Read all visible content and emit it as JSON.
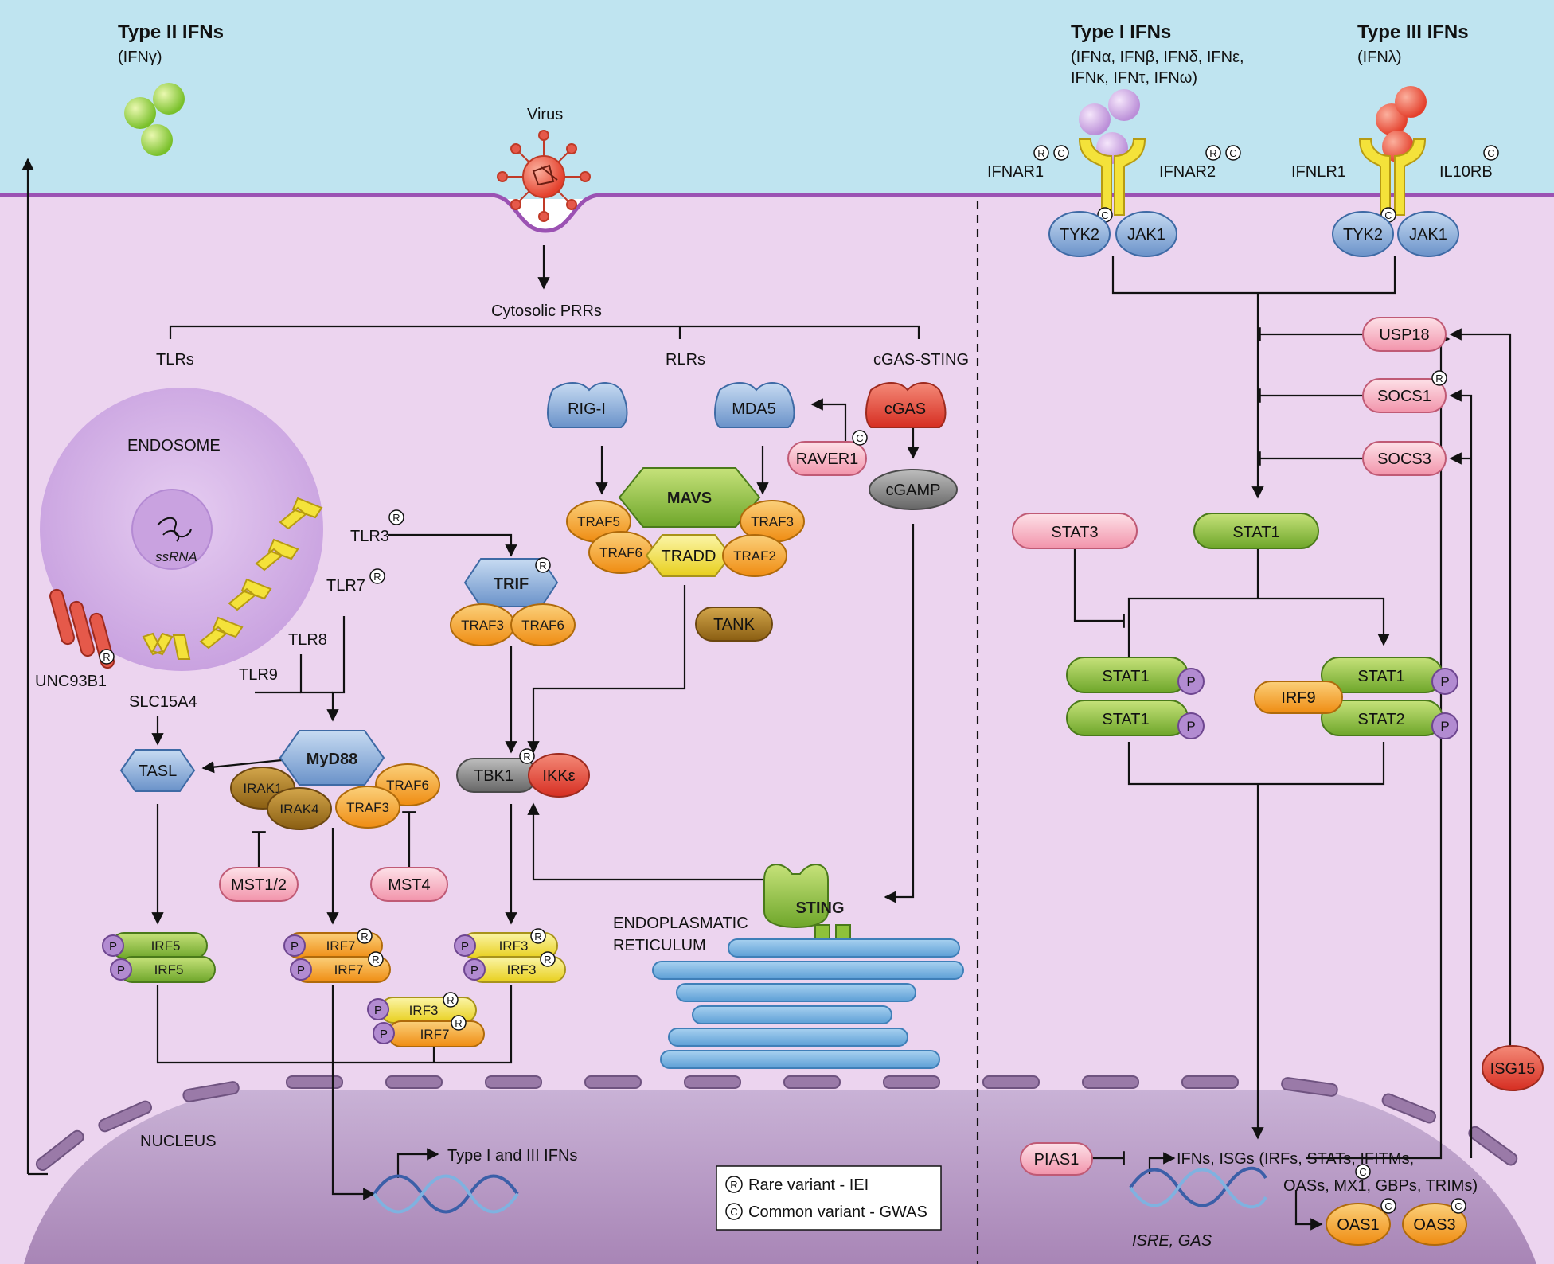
{
  "extracellular": {
    "type2_title": "Type II IFNs",
    "type2_sub": "(IFNγ)",
    "type1_title": "Type I IFNs",
    "type1_sub1": "(IFNα, IFNβ, IFNδ, IFNε,",
    "type1_sub2": "IFNκ, IFNτ, IFNω)",
    "type3_title": "Type III IFNs",
    "type3_sub": "(IFNλ)",
    "virus": "Virus"
  },
  "receptors": {
    "ifnar1": "IFNAR1",
    "ifnar2": "IFNAR2",
    "ifnlr1": "IFNLR1",
    "il10rb": "IL10RB",
    "tyk2": "TYK2",
    "jak1": "JAK1"
  },
  "left_panel": {
    "cytosolic_prrs": "Cytosolic PRRs",
    "tlrs": "TLRs",
    "rlrs": "RLRs",
    "cgas_sting": "cGAS-STING",
    "endosome": "ENDOSOME",
    "ssrna": "ssRNA",
    "tlr3": "TLR3",
    "tlr7": "TLR7",
    "tlr8": "TLR8",
    "tlr9": "TLR9",
    "unc93b1": "UNC93B1",
    "slc15a4": "SLC15A4",
    "rig1": "RIG-I",
    "mda5": "MDA5",
    "raver1": "RAVER1",
    "cgas": "cGAS",
    "cgamp": "cGAMP",
    "mavs": "MAVS",
    "traf5": "TRAF5",
    "traf3": "TRAF3",
    "traf6": "TRAF6",
    "tradd": "TRADD",
    "traf2": "TRAF2",
    "tank": "TANK",
    "trif": "TRIF",
    "tasl": "TASL",
    "myd88": "MyD88",
    "irak1": "IRAK1",
    "irak4": "IRAK4",
    "mst12": "MST1/2",
    "mst4": "MST4",
    "tbk1": "TBK1",
    "ikke": "IKKε",
    "sting": "STING",
    "er1": "ENDOPLASMATIC",
    "er2": "RETICULUM",
    "irf5": "IRF5",
    "irf7": "IRF7",
    "irf3": "IRF3",
    "p": "P",
    "nucleus": "NUCLEUS",
    "type13_ifns": "Type I and III IFNs"
  },
  "right_panel": {
    "usp18": "USP18",
    "socs1": "SOCS1",
    "socs3": "SOCS3",
    "stat3": "STAT3",
    "stat1": "STAT1",
    "stat2": "STAT2",
    "irf9": "IRF9",
    "isg15": "ISG15",
    "pias1": "PIAS1",
    "isgs1": "IFNs, ISGs (IRFs, STATs, IFITMs,",
    "isgs2": "OASs, MX1, GBPs, TRIMs)",
    "isre": "ISRE, GAS",
    "oas1": "OAS1",
    "oas3": "OAS3"
  },
  "legend": {
    "rare_symbol": "R",
    "common_symbol": "C",
    "rare": "Rare variant - IEI",
    "common": "Common variant - GWAS"
  },
  "colors": {
    "extracellular": "#bfe4f0",
    "cytoplasm": "#ecd4ef",
    "membrane": "#9b52b3",
    "nucleus": "#b393c0",
    "blue_node": "#8fb1dc",
    "green_node": "#8fc23b",
    "orange_node": "#f5a623",
    "red_node": "#e5463a",
    "pink_node": "#f8b9c8",
    "yellow_node": "#f3e34a",
    "brown_node": "#a7761d",
    "gray_node": "#8a8a8a",
    "purple_p": "#b28bd1"
  }
}
